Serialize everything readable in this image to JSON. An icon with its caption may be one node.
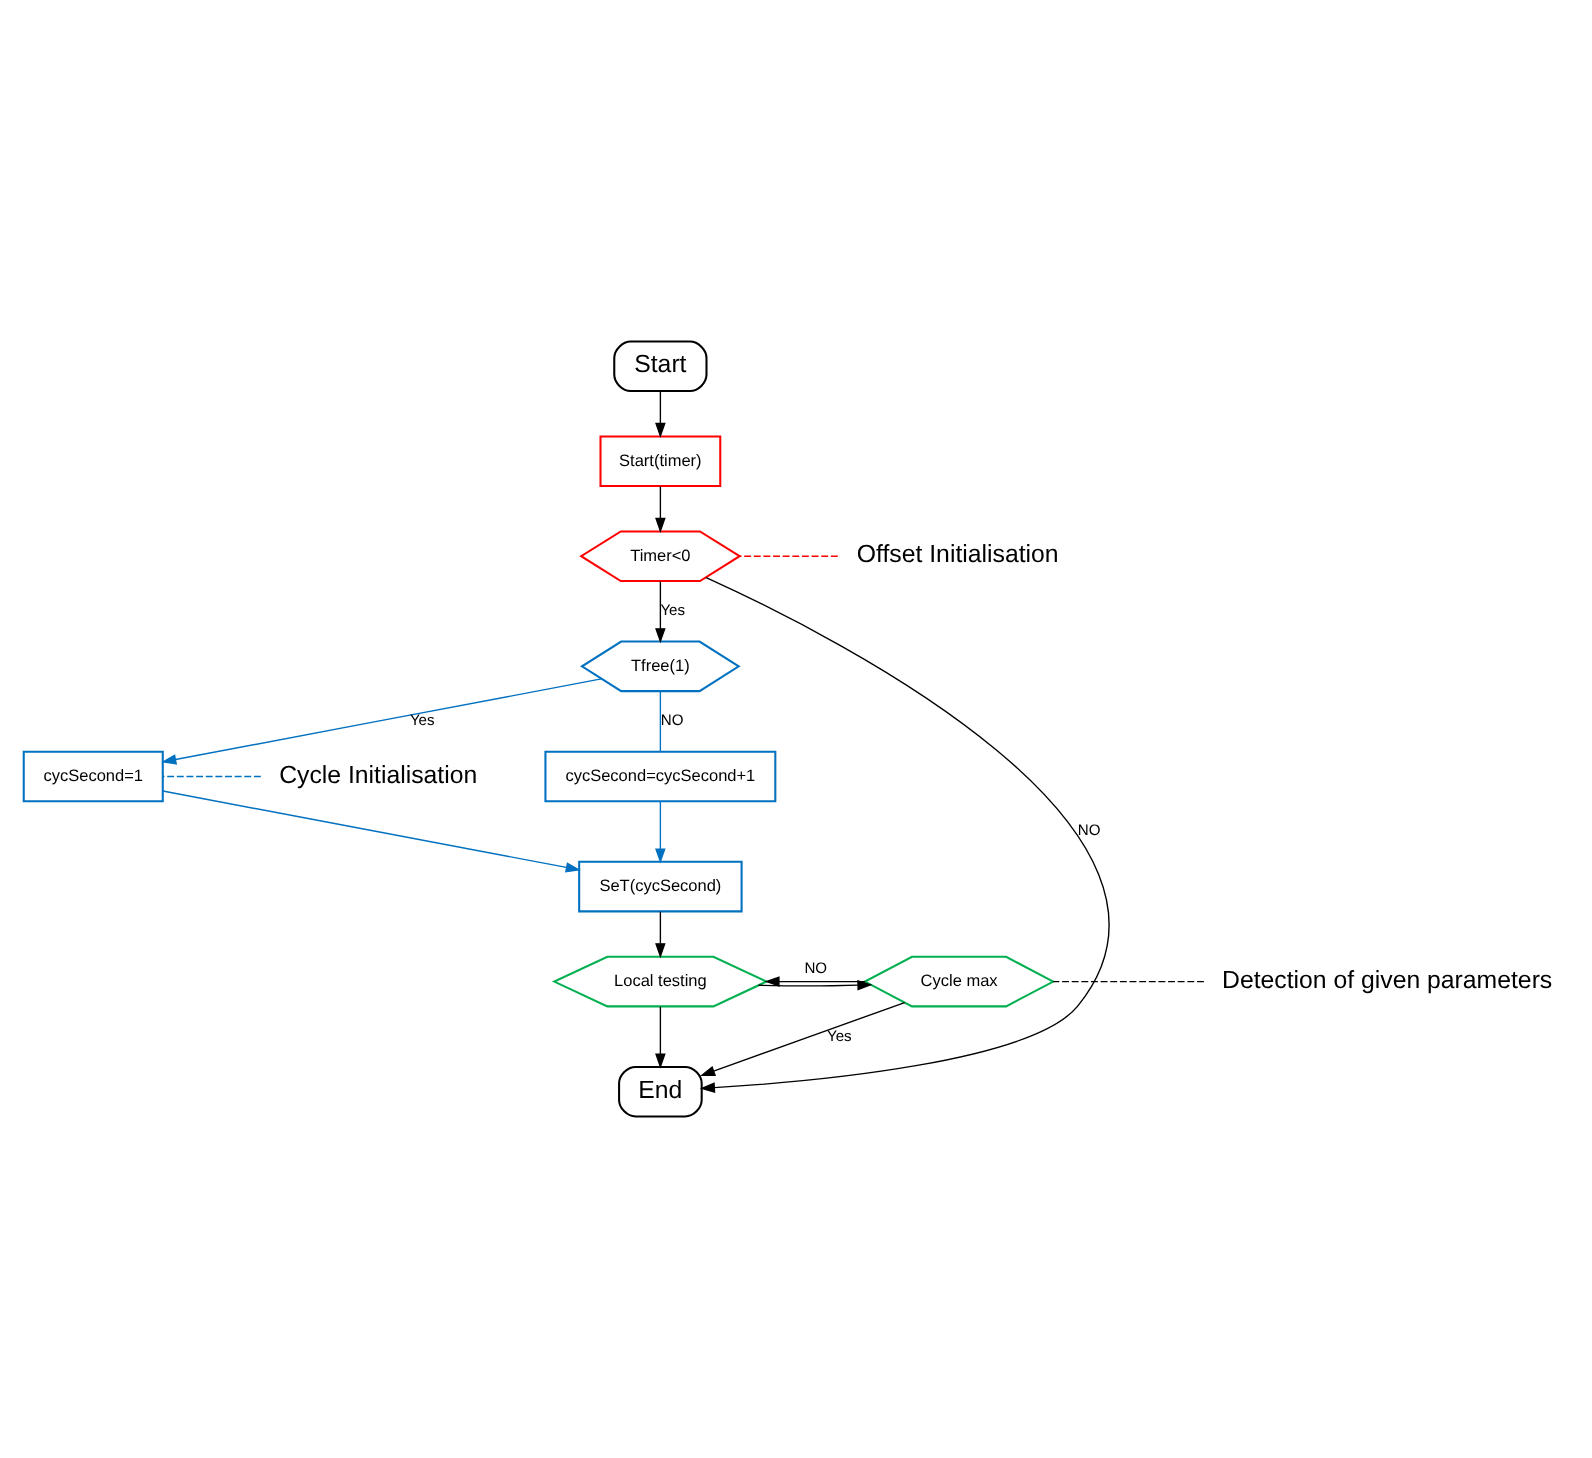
{
  "diagram": {
    "nodes": [
      {
        "text": [
          "Start"
        ]
      },
      {
        "text": [
          "Start(timer)"
        ]
      },
      {
        "text": [
          "Timer<0"
        ]
      },
      {
        "text": [
          "Tfree(1)"
        ]
      },
      {
        "text": [
          "cycSecond=cycSecond+1"
        ]
      },
      {
        "text": [
          "cycSecond=1"
        ]
      },
      {
        "text": [
          "SeT(cycSecond)"
        ]
      },
      {
        "text": [
          "Local testing"
        ]
      },
      {
        "text": [
          "Cycle max"
        ]
      },
      {
        "text": [
          "End"
        ]
      },
      {
        "text": [
          "Offset Initialisation"
        ]
      },
      {
        "text": [
          "Cycle Initialisation"
        ]
      },
      {
        "text": [
          "Detection of given parameters"
        ]
      }
    ],
    "edges": [
      {
        "from": 0,
        "to": 1,
        "arrow": "to"
      },
      {
        "from": 1,
        "to": 2,
        "arrow": "to"
      },
      {
        "from": 2,
        "to": 3,
        "arrow": "to",
        "label": "Yes"
      },
      {
        "from": 2,
        "to": 9,
        "arrow": "to",
        "label": "NO"
      },
      {
        "from": 3,
        "to": 4,
        "arrow": "none",
        "label": "NO",
        "color": "#0070c0"
      },
      {
        "from": 3,
        "to": 5,
        "arrow": "to",
        "label": "Yes",
        "color": "#0070c0"
      },
      {
        "from": 4,
        "to": 6,
        "arrow": "to",
        "color": "#0070c0"
      },
      {
        "from": 5,
        "to": 6,
        "arrow": "to",
        "color": "#0070c0"
      },
      {
        "from": 6,
        "to": 7,
        "arrow": "to"
      },
      {
        "from": 7,
        "to": 8,
        "arrow": "to"
      },
      {
        "from": 8,
        "to": 7,
        "arrow": "to",
        "label": "NO"
      },
      {
        "from": 8,
        "to": 9,
        "arrow": "to",
        "label": "Yes"
      },
      {
        "from": 7,
        "to": 9,
        "arrow": "to"
      },
      {
        "from": 10,
        "to": 2,
        "arrow": "none",
        "style": "dashed",
        "color": "#ff0000"
      },
      {
        "from": 11,
        "to": 5,
        "arrow": "none",
        "style": "dashed",
        "color": "#0070c0"
      },
      {
        "from": 12,
        "to": 8,
        "arrow": "none",
        "style": "dashed"
      }
    ]
  }
}
